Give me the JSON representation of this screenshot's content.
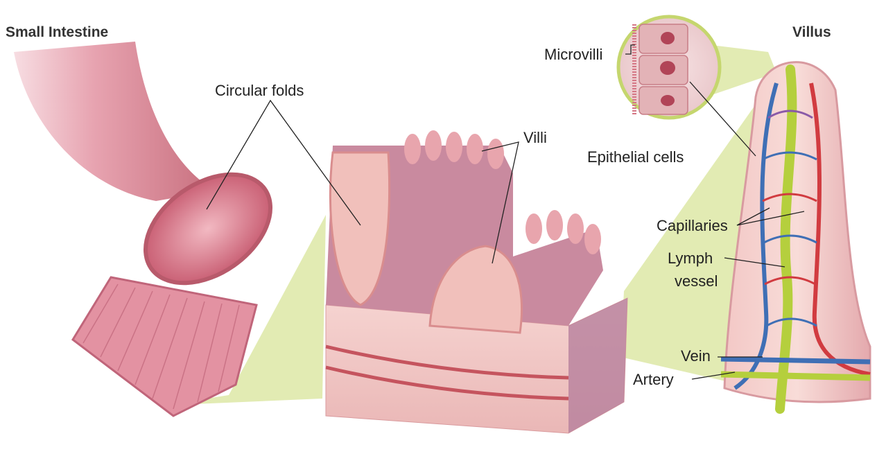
{
  "titles": {
    "small_intestine": "Small Intestine",
    "villus": "Villus"
  },
  "labels": {
    "circular_folds": "Circular folds",
    "villi": "Villi",
    "microvilli": "Microvilli",
    "epithelial_cells": "Epithelial cells",
    "capillaries": "Capillaries",
    "lymph_vessel_line1": "Lymph",
    "lymph_vessel_line2": "vessel",
    "vein": "Vein",
    "artery": "Artery"
  },
  "colors": {
    "tissue_pink": "#e8a5ad",
    "tissue_light": "#f6d4d1",
    "tissue_dark": "#c86f7e",
    "highlight_green": "#dde8a6",
    "vein_blue": "#3f6fb5",
    "artery_red": "#d13b40",
    "lymph_green": "#b5cf3d"
  }
}
